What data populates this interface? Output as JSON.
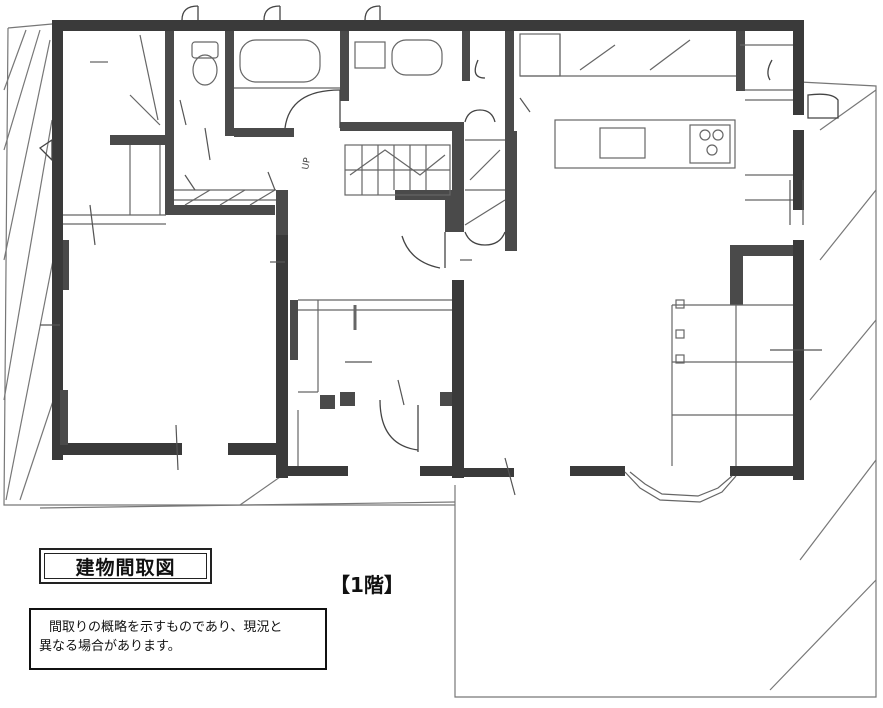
{
  "drawing": {
    "type": "hand-sketched floor plan",
    "wall_color": "#3a3a3a",
    "line_color": "#555555"
  },
  "title_label": "建物間取図",
  "floor_label": "【1階】",
  "note": {
    "line1": "間取りの概略を示すものであり、現況と",
    "line2": "異なる場合があります。"
  },
  "markings": {
    "up_mark": "UP"
  }
}
